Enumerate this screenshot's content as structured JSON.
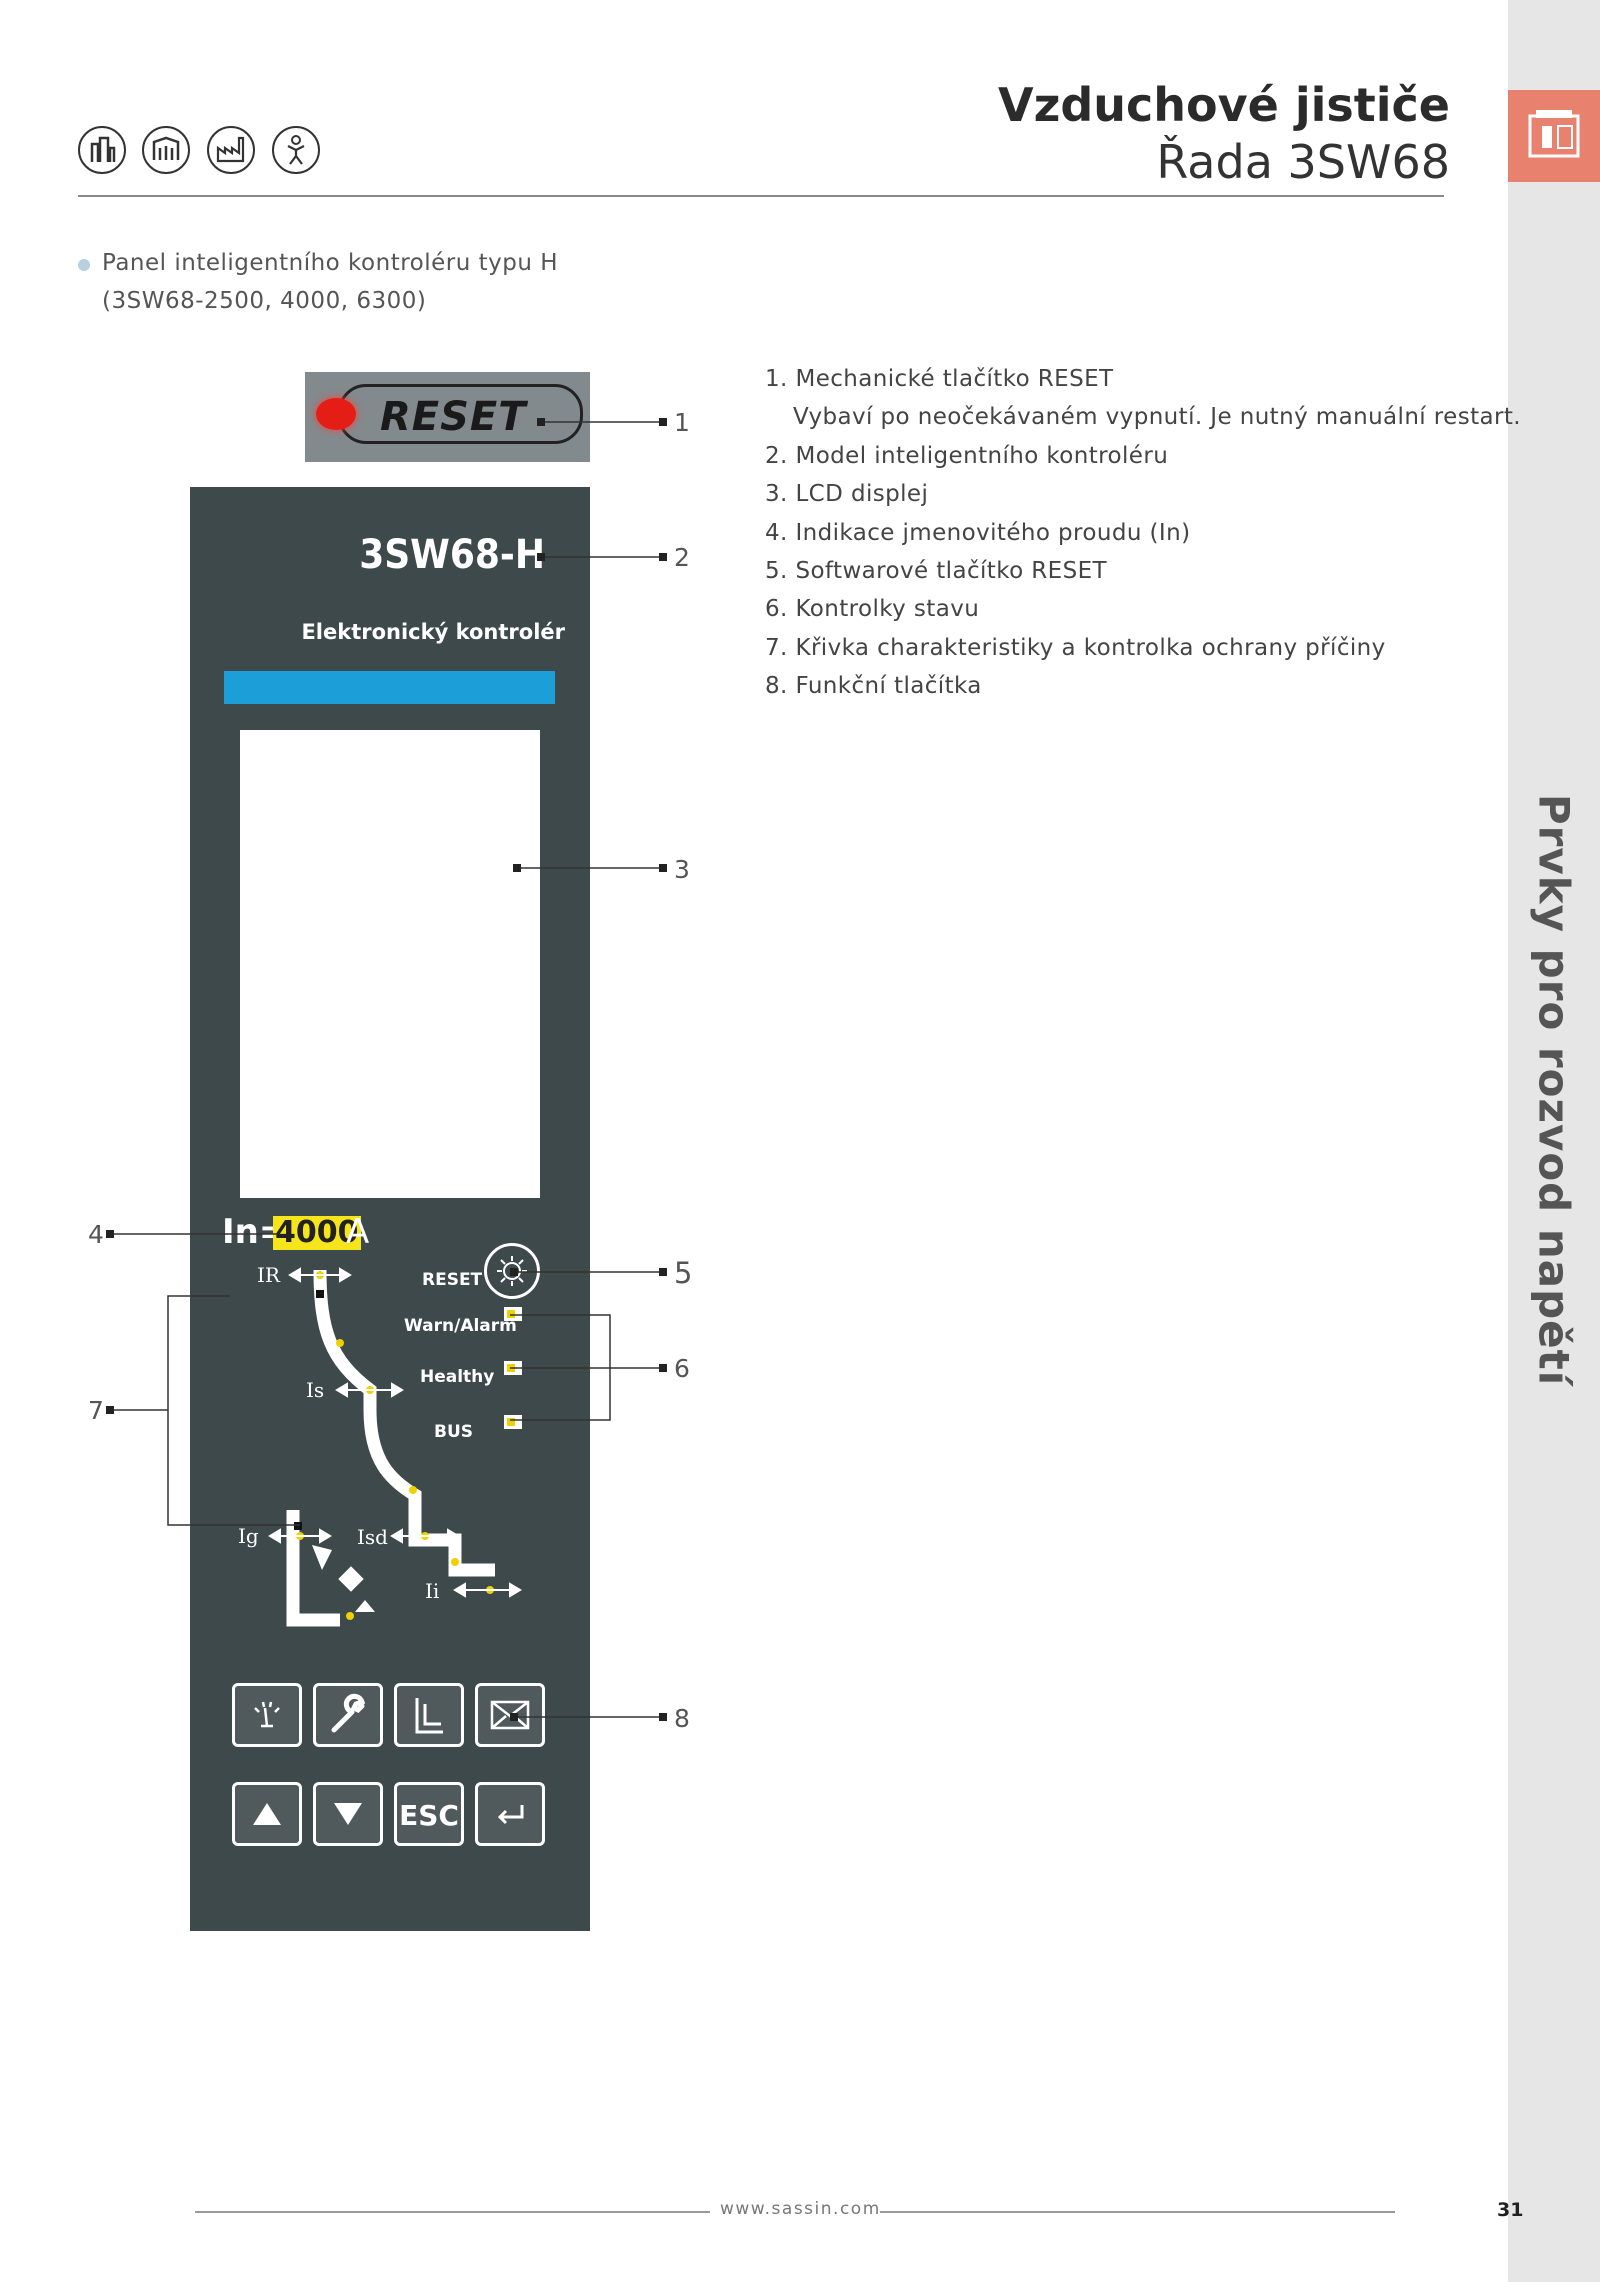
{
  "header": {
    "title": "Vzduchové jističe",
    "subtitle": "Řada 3SW68",
    "icons": [
      "building-icon",
      "office-icon",
      "factory-icon",
      "person-icon"
    ]
  },
  "sidebar": {
    "title": "Prvky pro rozvod napětí",
    "icon": "breaker-icon",
    "accent_color": "#e8826f"
  },
  "intro": {
    "line1": "Panel inteligentního kontroléru typu H",
    "line2": "(3SW68-2500, 4000, 6300)"
  },
  "legend": [
    "1. Mechanické tlačítko RESET",
    "Vybaví po neočekávaném vypnutí. Je nutný manuální restart.",
    "2. Model inteligentního kontroléru",
    "3. LCD displej",
    "4. Indikace jmenovitého proudu (In)",
    "5. Softwarové tlačítko RESET",
    "6. Kontrolky stavu",
    "7. Křivka charakteristiky a kontrolka ochrany příčiny",
    "8. Funkční tlačítka"
  ],
  "panel": {
    "reset_button": "RESET",
    "model": "3SW68-H",
    "subtitle": "Elektronický kontrolér",
    "in_label": "In=",
    "in_value": "4000",
    "in_unit": "A",
    "reset_soft": "RESET",
    "status": [
      "Warn/Alarm",
      "Healthy",
      "BUS"
    ],
    "curve_labels": {
      "ir": "IR",
      "is": "Is",
      "ig": "Ig",
      "isd": "Isd",
      "ii": "Ii"
    },
    "function_buttons": [
      "gauge-icon",
      "wrench-icon",
      "curve-icon",
      "message-icon"
    ],
    "nav_buttons": {
      "up": "up-arrow-icon",
      "down": "down-arrow-icon",
      "esc": "ESC",
      "enter": "enter-icon"
    },
    "panel_color": "#3e494b",
    "display_bar_color": "#1c9fd8",
    "in_highlight_color": "#f6e51d"
  },
  "callouts": [
    "1",
    "2",
    "3",
    "4",
    "5",
    "6",
    "7",
    "8"
  ],
  "footer": {
    "url": "www.sassin.com",
    "page": "31"
  }
}
